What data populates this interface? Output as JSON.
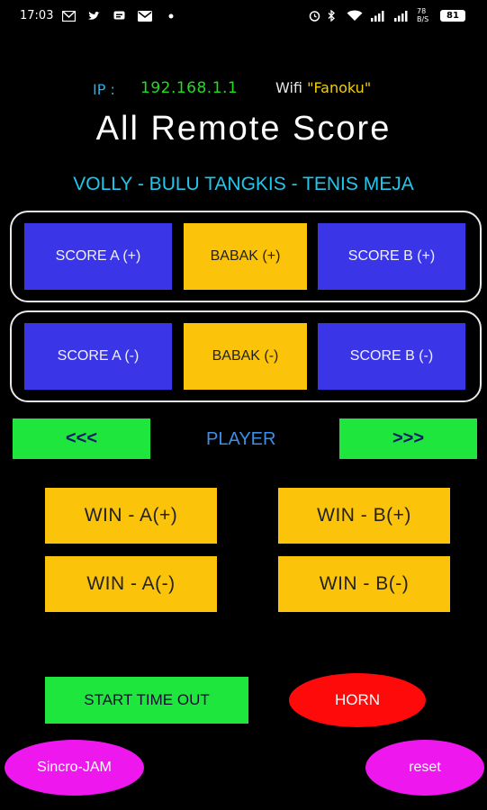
{
  "status_bar": {
    "time": "17:03",
    "left_icons": [
      "gmail-icon",
      "twitter-icon",
      "message-icon",
      "mail-icon",
      "dot-icon"
    ],
    "right_icons": [
      "alarm-icon",
      "bluetooth-icon",
      "wifi-icon",
      "signal-icon",
      "signal-icon"
    ],
    "speed": "78\nB/S",
    "battery": "81"
  },
  "header": {
    "ip_label": "IP :",
    "ip_value": "192.168.1.1",
    "wifi_prefix": "Wifi ",
    "wifi_name": "\"Fanoku\"",
    "title": "All Remote Score",
    "subtitle": "VOLLY - BULU TANGKIS - TENIS MEJA"
  },
  "score_plus": {
    "score_a": "SCORE A (+)",
    "babak": "BABAK (+)",
    "score_b": "SCORE B (+)"
  },
  "score_minus": {
    "score_a": "SCORE A (-)",
    "babak": "BABAK (-)",
    "score_b": "SCORE B (-)"
  },
  "player": {
    "prev": "<<<",
    "label": "PLAYER",
    "next": ">>>"
  },
  "win": {
    "a_plus": "WIN - A(+)",
    "b_plus": "WIN - B(+)",
    "a_minus": "WIN - A(-)",
    "b_minus": "WIN - B(-)"
  },
  "controls": {
    "timeout": "START TIME OUT",
    "horn": "HORN",
    "sync": "Sincro-JAM",
    "reset": "reset"
  },
  "colors": {
    "background": "#000000",
    "blue_button": "#3a35e6",
    "yellow_button": "#fbc30a",
    "green_button": "#1fe63c",
    "horn_red": "#ff0a0a",
    "magenta": "#ee18ee"
  }
}
